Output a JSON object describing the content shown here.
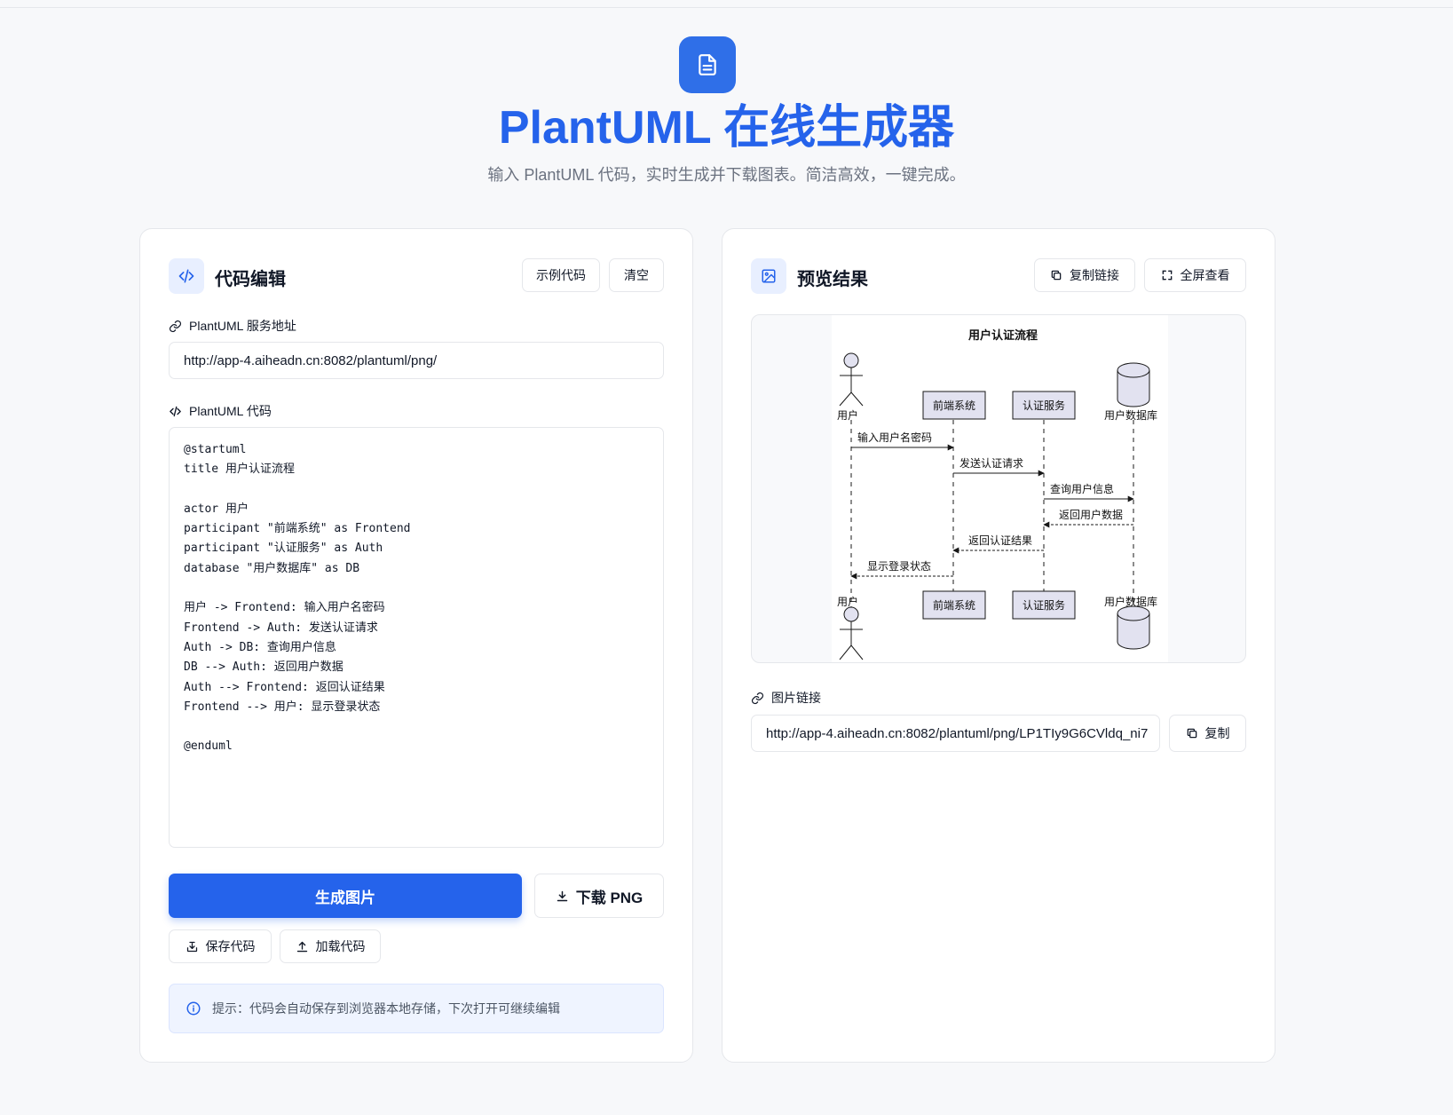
{
  "header": {
    "title": "PlantUML 在线生成器",
    "subtitle": "输入 PlantUML 代码，实时生成并下载图表。简洁高效，一键完成。",
    "logo_icon": "document-icon",
    "accent_color": "#2563eb"
  },
  "editor": {
    "title": "代码编辑",
    "example_label": "示例代码",
    "clear_label": "清空",
    "server_label": "PlantUML 服务地址",
    "server_value": "http://app-4.aiheadn.cn:8082/plantuml/png/",
    "code_label": "PlantUML 代码",
    "code_value": "@startuml\ntitle 用户认证流程\n\nactor 用户\nparticipant \"前端系统\" as Frontend\nparticipant \"认证服务\" as Auth\ndatabase \"用户数据库\" as DB\n\n用户 -> Frontend: 输入用户名密码\nFrontend -> Auth: 发送认证请求\nAuth -> DB: 查询用户信息\nDB --> Auth: 返回用户数据\nAuth --> Frontend: 返回认证结果\nFrontend --> 用户: 显示登录状态\n\n@enduml",
    "generate_label": "生成图片",
    "download_label": "下载 PNG",
    "save_label": "保存代码",
    "load_label": "加载代码",
    "tip": "提示：代码会自动保存到浏览器本地存储，下次打开可继续编辑"
  },
  "preview": {
    "title": "预览结果",
    "copy_link_label": "复制链接",
    "fullscreen_label": "全屏查看",
    "image_link_label": "图片链接",
    "image_link_value": "http://app-4.aiheadn.cn:8082/plantuml/png/LP1TIy9G6CVldq_ni7",
    "copy_label": "复制"
  },
  "diagram": {
    "title": "用户认证流程",
    "participants": {
      "user": "用户",
      "frontend": "前端系统",
      "auth": "认证服务",
      "db": "用户数据库"
    },
    "messages": [
      "输入用户名密码",
      "发送认证请求",
      "查询用户信息",
      "返回用户数据",
      "返回认证结果",
      "显示登录状态"
    ]
  }
}
